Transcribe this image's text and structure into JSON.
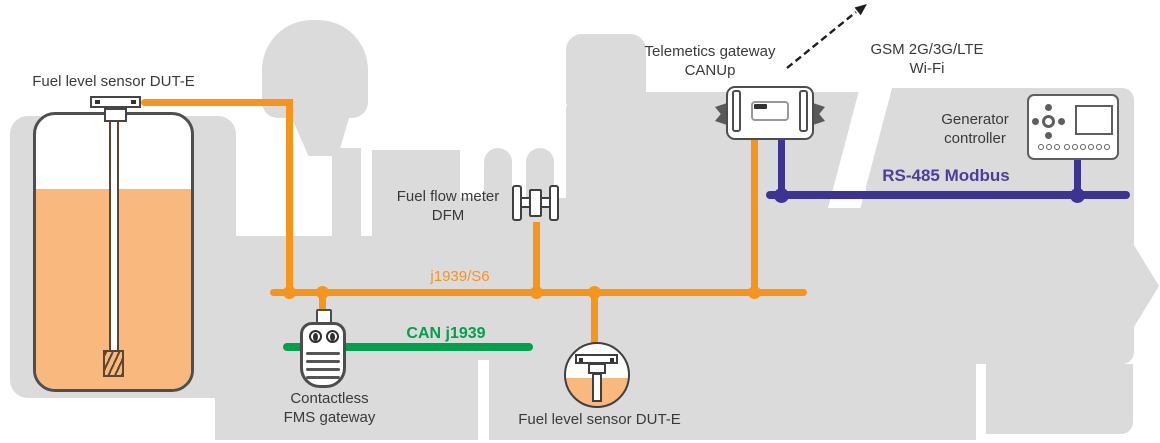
{
  "colors": {
    "orange": "#F7941E",
    "fuel": "#F9B87E",
    "green": "#00A14B",
    "purple": "#3D3393",
    "purpletext": "#4A3F9C",
    "silhouette": "#DBDBDB",
    "ink": "#3A3A3A"
  },
  "diagram": {
    "tank_sensor_label": "Fuel level sensor DUT-E",
    "telemetics": {
      "line1": "Telemetics gateway",
      "line2": "CANUp"
    },
    "gsm": {
      "line1": "GSM 2G/3G/LTE",
      "line2": "Wi-Fi"
    },
    "flow_meter": {
      "line1": "Fuel flow meter",
      "line2": "DFM"
    },
    "buses": {
      "orange": "j1939/S6",
      "green": "CAN j1939",
      "purple": "RS-485 Modbus"
    },
    "fms": {
      "line1": "Contactless",
      "line2": "FMS gateway"
    },
    "bottom_sensor_label": "Fuel level sensor DUT-E",
    "controller": {
      "line1": "Generator",
      "line2": "controller"
    }
  },
  "icons": {
    "fuel_tank": "tank-with-level-sensor",
    "canup": "telematics-gateway-box",
    "dfm": "fuel-flow-meter",
    "fms_gateway": "contactless-reader",
    "dut_e_round": "fuel-level-sensor-circle",
    "controller": "generator-controller-panel",
    "wireless": "dashed-arrow-up-right"
  }
}
